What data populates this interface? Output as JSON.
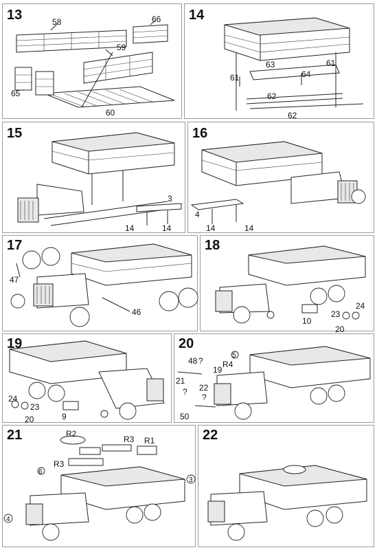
{
  "steps": {
    "s13": {
      "number": "13",
      "parts": {
        "p58": "58",
        "p66": "66",
        "p59": "59",
        "p65": "65",
        "p60": "60"
      }
    },
    "s14": {
      "number": "14",
      "parts": {
        "p61a": "61",
        "p63": "63",
        "p61b": "61",
        "p64": "64",
        "p62a": "62",
        "p62b": "62"
      }
    },
    "s15": {
      "number": "15",
      "parts": {
        "p3": "3",
        "p14a": "14",
        "p14b": "14"
      }
    },
    "s16": {
      "number": "16",
      "parts": {
        "p4": "4",
        "p14a": "14",
        "p14b": "14"
      }
    },
    "s17": {
      "number": "17",
      "parts": {
        "p47": "47",
        "p46": "46"
      }
    },
    "s18": {
      "number": "18",
      "parts": {
        "p10": "10",
        "p23": "23",
        "p24": "24",
        "p20": "20"
      }
    },
    "s19": {
      "number": "19",
      "parts": {
        "p24": "24",
        "p23": "23",
        "p20": "20",
        "p9": "9"
      }
    },
    "s20": {
      "number": "20",
      "parts": {
        "p48": "48",
        "q1": "?",
        "p5": "5",
        "p19": "19",
        "pR4": "R4",
        "p21": "21",
        "p22": "22",
        "q2": "?",
        "q3": "?",
        "p50": "50"
      }
    },
    "s21": {
      "number": "21",
      "parts": {
        "pR2": "R2",
        "pR3a": "R3",
        "pR1": "R1",
        "pR3b": "R3",
        "p6": "6",
        "p3": "3",
        "p4": "4"
      }
    },
    "s22": {
      "number": "22"
    }
  }
}
